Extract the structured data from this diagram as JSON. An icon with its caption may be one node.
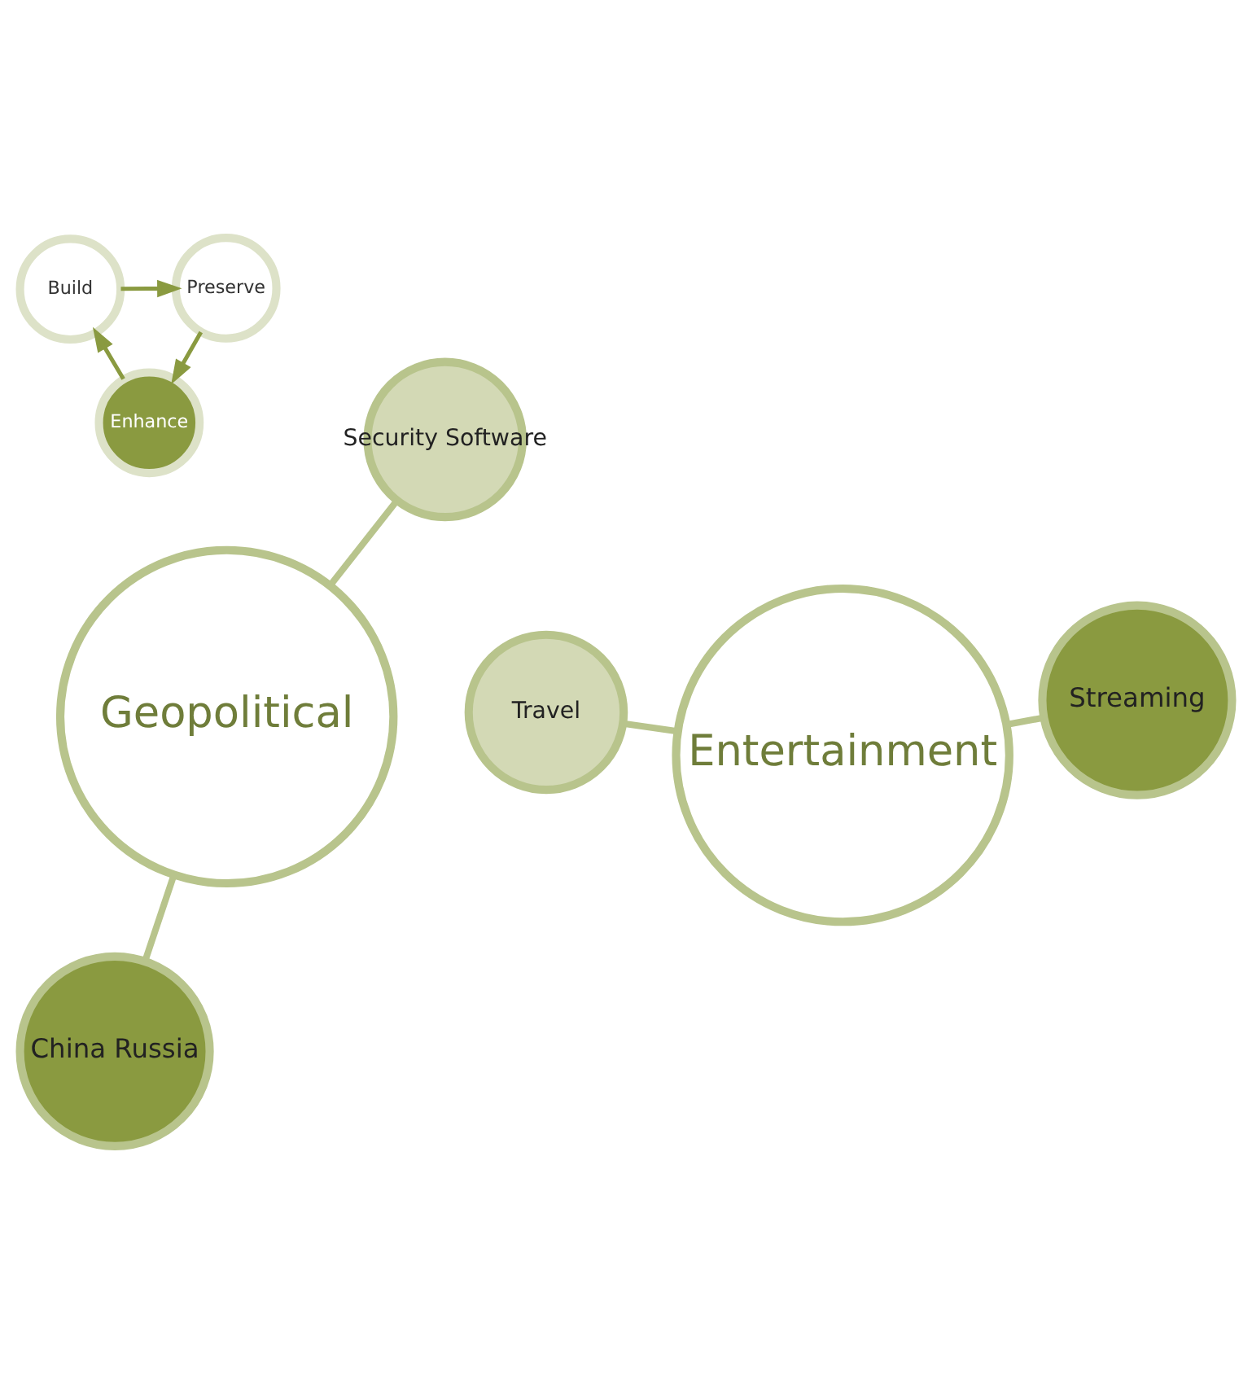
{
  "diagram": {
    "nodes": [
      {
        "text": [
          "Travel"
        ]
      },
      {
        "text": [
          "Streaming"
        ]
      },
      {
        "text": [
          "Entertainment"
        ]
      },
      {
        "text": [
          "Geopolitical"
        ]
      },
      {
        "text": [
          "Security Software"
        ]
      },
      {
        "text": [
          "China Russia"
        ]
      },
      {
        "text": [
          "Build"
        ]
      },
      {
        "text": [
          "Preserve"
        ]
      },
      {
        "text": [
          "Enhance"
        ]
      }
    ],
    "edges": [
      {
        "from": 0,
        "to": 2,
        "arrow": "none"
      },
      {
        "from": 1,
        "to": 2,
        "arrow": "none"
      },
      {
        "from": 3,
        "to": 4,
        "arrow": "none"
      },
      {
        "from": 5,
        "to": 3,
        "arrow": "none"
      },
      {
        "from": 6,
        "to": 7,
        "arrow": "to",
        "color": "#8a9a40"
      },
      {
        "from": 7,
        "to": 8,
        "arrow": "to",
        "color": "#8a9a40"
      },
      {
        "from": 8,
        "to": 6,
        "arrow": "to",
        "color": "#8a9a40"
      }
    ]
  }
}
